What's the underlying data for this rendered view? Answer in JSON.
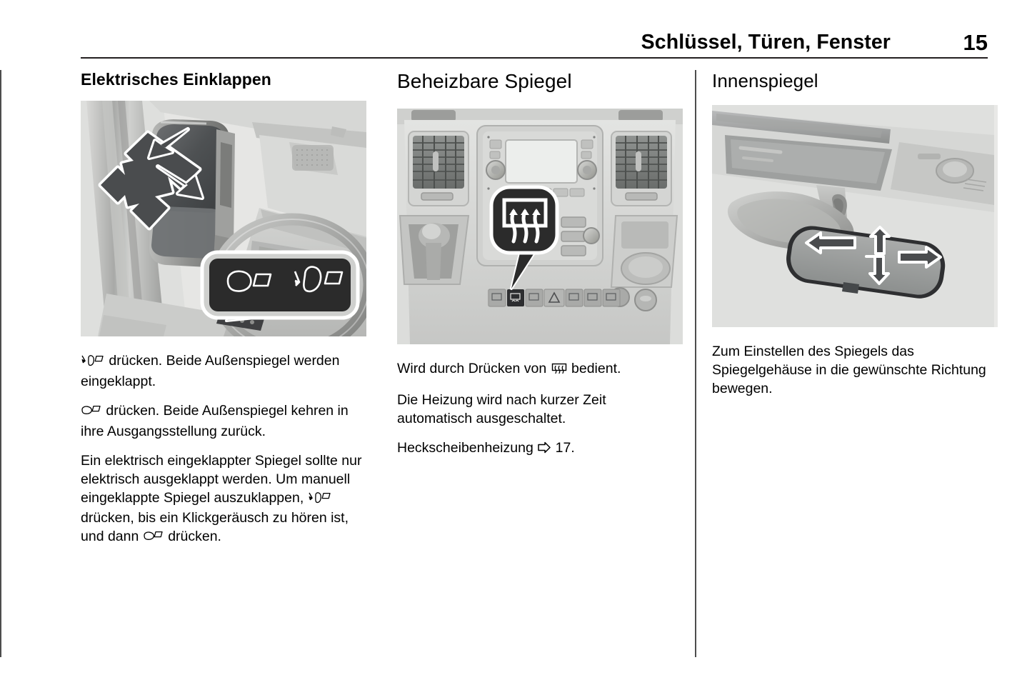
{
  "header": {
    "title": "Schlüssel, Türen, Fenster",
    "page_number": "15"
  },
  "columns": [
    {
      "id": "left",
      "title": "Elektrisches Einklappen",
      "figure": {
        "name": "exterior-mirror-folding-illustration",
        "description": "Außenspiegel klappt ein, Pfeil nach innen, Bedienfeld an der Fahrertür",
        "callout_symbols": [
          "mirror-unfold-symbol",
          "mirror-fold-symbol"
        ]
      },
      "paragraphs": [
        {
          "lead_symbol": "mirror-fold-symbol",
          "text": "drücken. Beide Außenspiegel werden eingeklappt."
        },
        {
          "lead_symbol": "mirror-unfold-symbol",
          "text": "drücken. Beide Außenspiegel kehren in ihre Ausgangsstellung zurück."
        },
        {
          "text_a": "Ein elektrisch eingeklappter Spiegel sollte nur elektrisch ausgeklappt werden. Um manuell eingeklappte Spiegel auszuklappen,",
          "inline_symbol_1": "mirror-fold-symbol",
          "text_b": "drücken, bis ein Klickgeräusch zu hören ist, und dann",
          "inline_symbol_2": "mirror-unfold-symbol",
          "text_c": "drücken."
        }
      ]
    },
    {
      "id": "middle",
      "title": "Beheizbare Spiegel",
      "figure": {
        "name": "center-console-heated-mirror-button-illustration",
        "description": "Mittelkonsole mit Sprechblase: Heckscheibenheizungs-Taste",
        "callout_symbol": "rear-window-heating-icon"
      },
      "paragraphs": [
        {
          "text_a": "Wird durch Drücken von",
          "inline_symbol_1": "rear-window-heating-icon",
          "text_b": "bedient."
        },
        {
          "text": "Die Heizung wird nach kurzer Zeit automatisch ausgeschaltet."
        },
        {
          "text_a": "Heckscheibenheizung",
          "cross_ref_symbol": "cross-reference-arrow",
          "text_b": "17."
        }
      ]
    },
    {
      "id": "right",
      "title": "Innenspiegel",
      "figure": {
        "name": "interior-rearview-mirror-illustration",
        "description": "Innenspiegel mit vier Richtungspfeilen",
        "arrows": [
          "up",
          "down",
          "left",
          "right"
        ]
      },
      "paragraphs": [
        {
          "text": "Zum Einstellen des Spiegels das Spiegelgehäuse in die gewünschte Richtung bewegen."
        }
      ]
    }
  ],
  "colors": {
    "text": "#000000",
    "rule": "#231f20",
    "divider": "#4d4d4d",
    "figure_bg": "#e9e9e7",
    "callout_dark": "#2b2b2b",
    "callout_border": "#ffffff"
  }
}
